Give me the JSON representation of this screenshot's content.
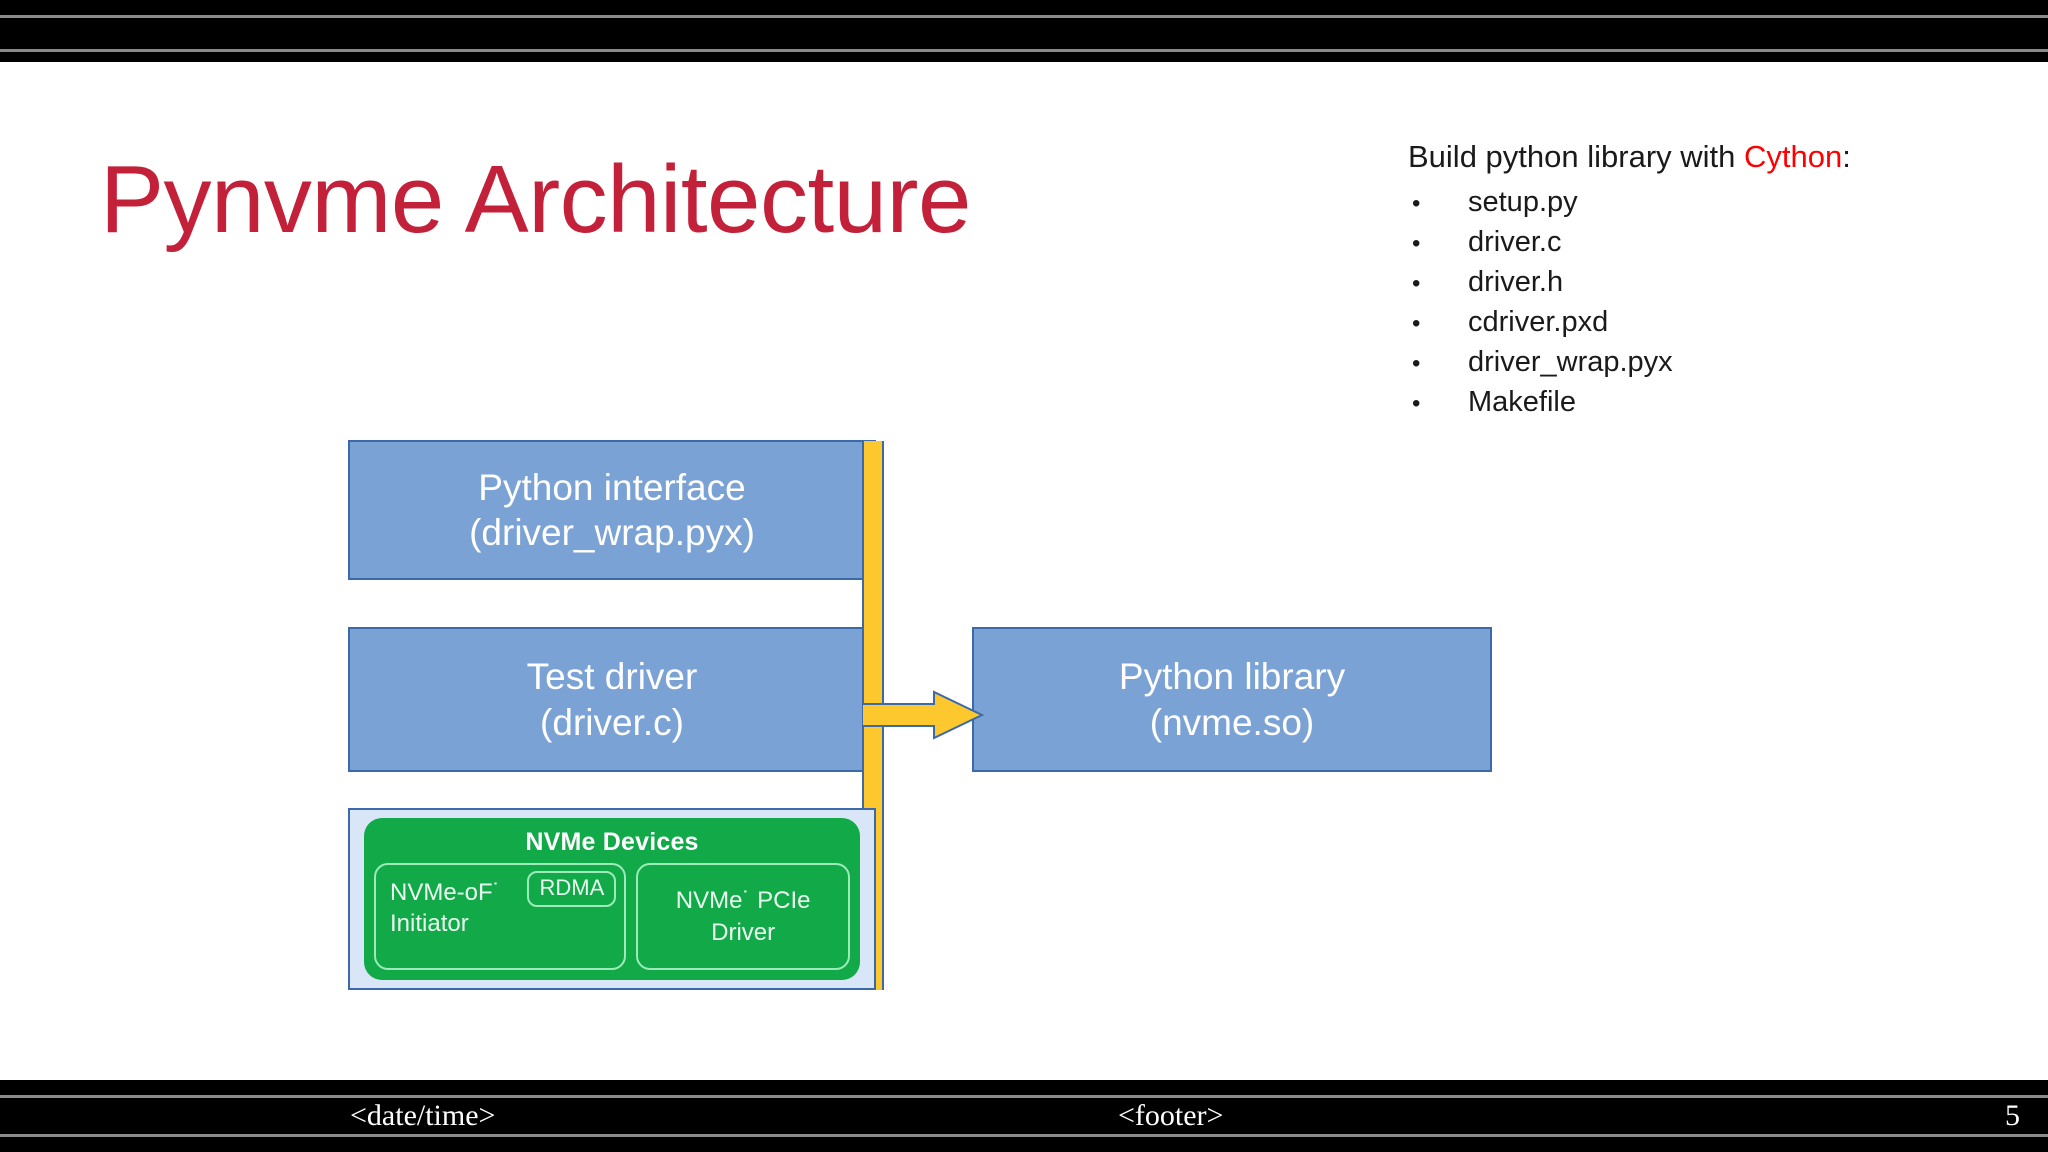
{
  "slide": {
    "title": "Pynvme Architecture",
    "title_color": "#C32139"
  },
  "build_note": {
    "heading_prefix": "Build python library with ",
    "heading_highlight": "Cython",
    "heading_suffix": ":",
    "highlight_color": "#FF0000",
    "bullet_glyph": "•",
    "items": [
      "setup.py",
      "driver.c",
      "driver.h",
      "cdriver.pxd",
      "driver_wrap.pyx",
      "Makefile"
    ]
  },
  "diagram": {
    "colors": {
      "box_fill": "#7BA2D4",
      "box_border": "#3C6AA8",
      "connector": "#FCC82D",
      "nvme_panel_fill": "#D9E6F7",
      "nvme_green": "#12A949"
    },
    "boxes": [
      {
        "id": "python-interface",
        "line1": "Python interface",
        "line2": "(driver_wrap.pyx)"
      },
      {
        "id": "test-driver",
        "line1": "Test driver",
        "line2": "(driver.c)"
      },
      {
        "id": "python-library",
        "line1": "Python library",
        "line2": "(nvme.so)"
      }
    ],
    "nvme": {
      "title": "NVMe Devices",
      "left_line1": "NVMe-oF˙",
      "left_line2": "Initiator",
      "rdma_label": "RDMA",
      "right_line1": "NVMe˙ PCIe",
      "right_line2": "Driver"
    }
  },
  "footer": {
    "date": "<date/time>",
    "center": "<footer>",
    "page_number": "5"
  }
}
